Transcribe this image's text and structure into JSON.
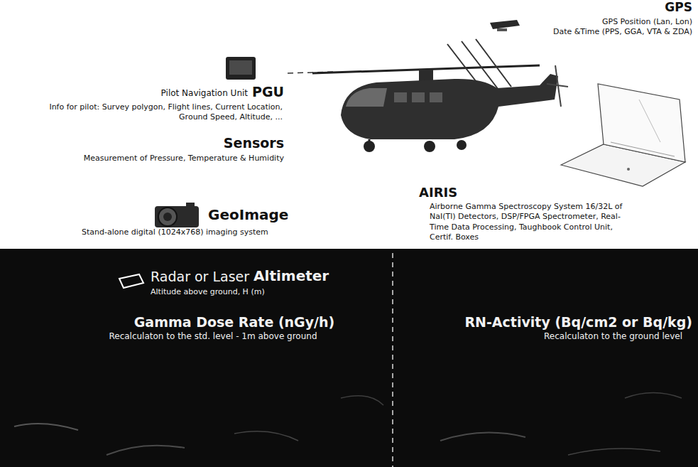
{
  "diagram": {
    "nodes": [
      {
        "text": [
          "Radar or Laser",
          "Altimeter",
          "Altitude above ground, H (m)",
          "Gamma Dose Rate (nGy/h)",
          "Recalculaton to the std. level - 1m above ground",
          "RN-Activity (Bq/cm2 or Bq/kg)",
          "Recalculaton to the ground level"
        ]
      }
    ],
    "edges": [],
    "labels": [
      "GPS",
      "GPS Position (Lan, Lon)",
      "Date &Time (PPS, GGA, VTA & ZDA)",
      "Pilot Navigation Unit",
      "PGU",
      "Info for pilot: Survey polygon, Flight lines, Current Location, Ground Speed, Altitude, ...",
      "Sensors",
      "Measurement of Pressure, Temperature & Humidity",
      "AIRIS",
      "Airborne Gamma Spectroscopy System 16/32L of NaI(Tl) Detectors, DSP/FPGA Spectrometer, Real-Time Data Processing, Taughbook Control Unit, Certif. Boxes",
      "GeoImage",
      "Stand-alone digital (1024x768) imaging system"
    ]
  }
}
